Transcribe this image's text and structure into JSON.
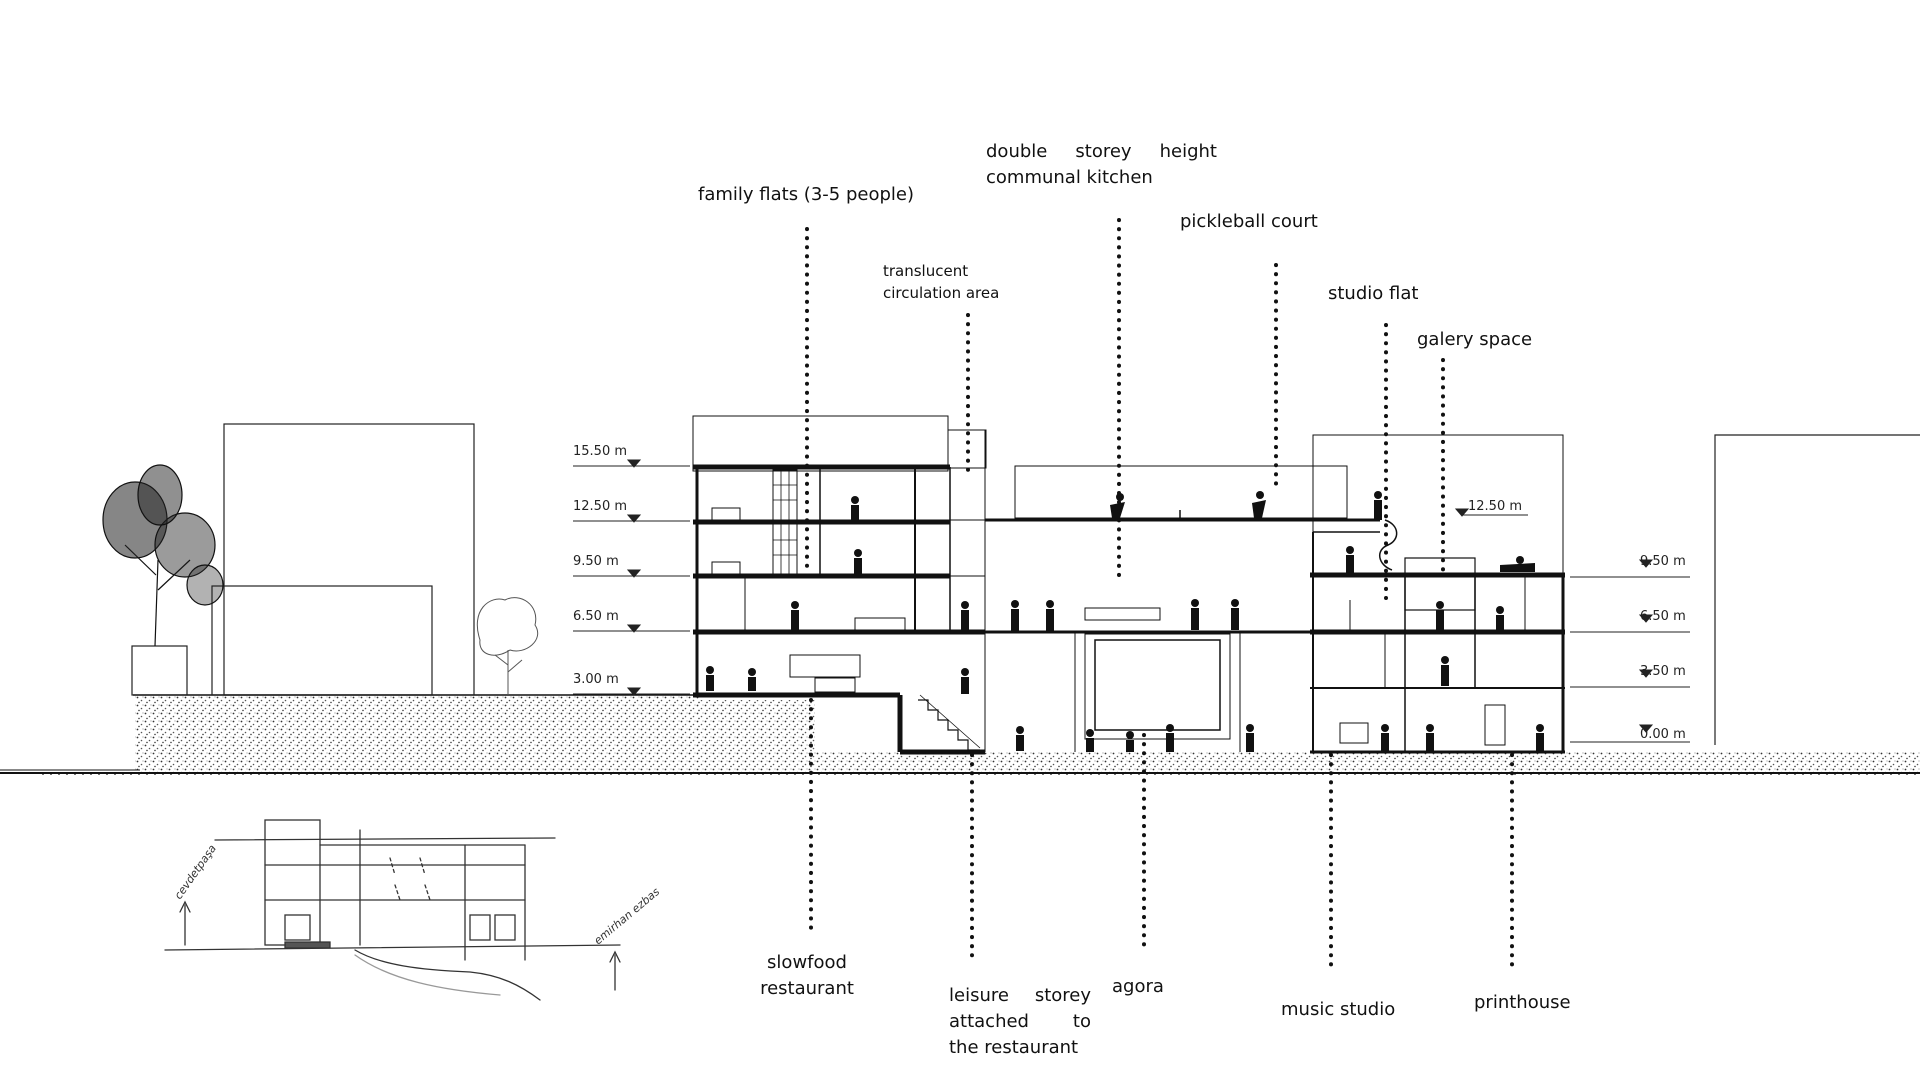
{
  "labels": {
    "double_storey_kitchen": [
      "double storey height",
      "communal kitchen"
    ],
    "family_flats": "family flats (3-5 people)",
    "translucent_circulation": [
      "translucent",
      "circulation area"
    ],
    "pickleball_court": "pickleball court",
    "studio_flat": "studio flat",
    "galery_space": "galery space",
    "slowfood_restaurant": [
      "slowfood",
      "restaurant"
    ],
    "leisure_storey": [
      "leisure storey",
      "attached to",
      "the restaurant"
    ],
    "agora": "agora",
    "music_studio": "music studio",
    "printhouse": "printhouse"
  },
  "levels_left": [
    "15.50 m",
    "12.50 m",
    "9.50 m",
    "6.50 m",
    "3.00 m"
  ],
  "levels_right": [
    "12.50 m",
    "9.50 m",
    "6.50 m",
    "3.50 m",
    "0.00 m"
  ],
  "sketch_notes": [
    "cevdetpaşa",
    "emirhan ezbas"
  ],
  "colors": {
    "ink": "#111111",
    "ground": "#f2f2f2",
    "leader": "#111111"
  }
}
